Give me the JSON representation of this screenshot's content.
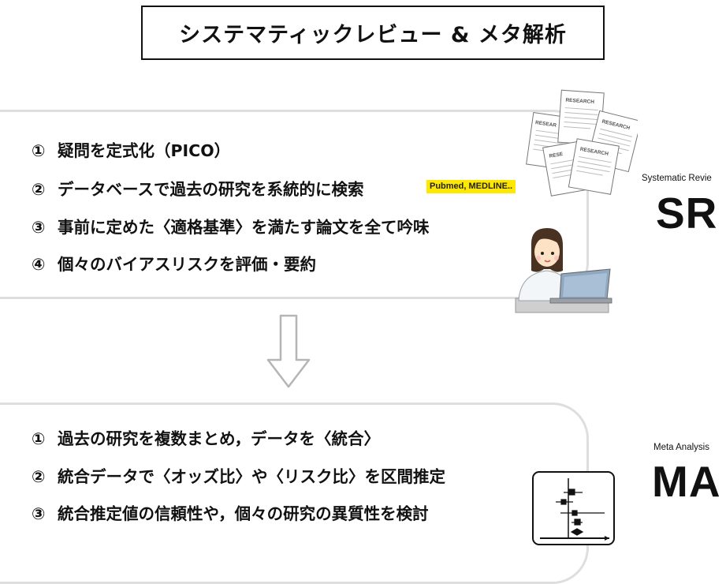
{
  "title": "システマティックレビュー & メタ解析",
  "sr_panel": {
    "steps": [
      {
        "num": "①",
        "text": "疑問を定式化（PICO）"
      },
      {
        "num": "②",
        "text": "データベースで過去の研究を系統的に検索"
      },
      {
        "num": "③",
        "text": "事前に定めた〈適格基準〉を満たす論文を全て吟味"
      },
      {
        "num": "④",
        "text": "個々のバイアスリスクを評価・要約"
      }
    ],
    "db_tag": "Pubmed, MEDLINE..",
    "paper_label": "RESEARCH",
    "paper_label_short_1": "RESEAR",
    "paper_label_short_2": "RESE"
  },
  "ma_panel": {
    "steps": [
      {
        "num": "①",
        "text": "過去の研究を複数まとめ，データを〈統合〉"
      },
      {
        "num": "②",
        "text": "統合データで〈オッズ比〉や〈リスク比〉を区間推定"
      },
      {
        "num": "③",
        "text": "統合推定値の信頼性や，個々の研究の異質性を検討"
      }
    ]
  },
  "labels": {
    "sr_small": "Systematic Revie",
    "sr_big": "SR",
    "ma_small": "Meta Analysis",
    "ma_big": "MA"
  },
  "colors": {
    "panel_border": "#dedede",
    "tag_bg": "#ffe800",
    "arrow": "#b5b5b5"
  }
}
